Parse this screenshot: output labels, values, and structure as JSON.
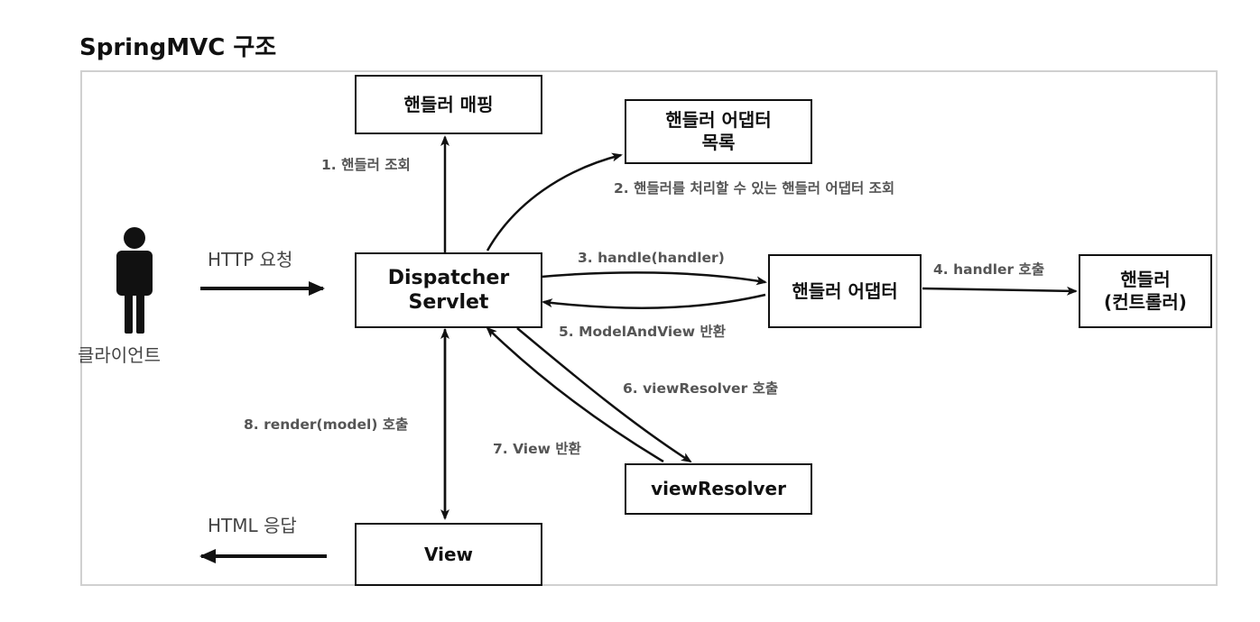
{
  "title": "SpringMVC 구조",
  "boxes": {
    "handler_mapping": "핸들러 매핑",
    "handler_adapter_list": "핸들러 어댑터\n목록",
    "dispatcher_servlet": "Dispatcher\nServlet",
    "handler_adapter": "핸들러 어댑터",
    "handler": "핸들러\n(컨트롤러)",
    "view_resolver": "viewResolver",
    "view": "View"
  },
  "client_label": "클라이언트",
  "http_request": "HTTP 요청",
  "html_response": "HTML 응답",
  "steps": {
    "s1": "1. 핸들러 조회",
    "s2": "2. 핸들러를 처리할 수 있는 핸들러 어댑터 조회",
    "s3": "3. handle(handler)",
    "s4": "4. handler 호출",
    "s5": "5. ModelAndView 반환",
    "s6": "6. viewResolver 호출",
    "s7": "7. View 반환",
    "s8": "8. render(model) 호출"
  },
  "colors": {
    "line": "#111111",
    "label": "#555555",
    "frame": "#d0d0d0"
  },
  "icons": {
    "client": "person-icon"
  }
}
